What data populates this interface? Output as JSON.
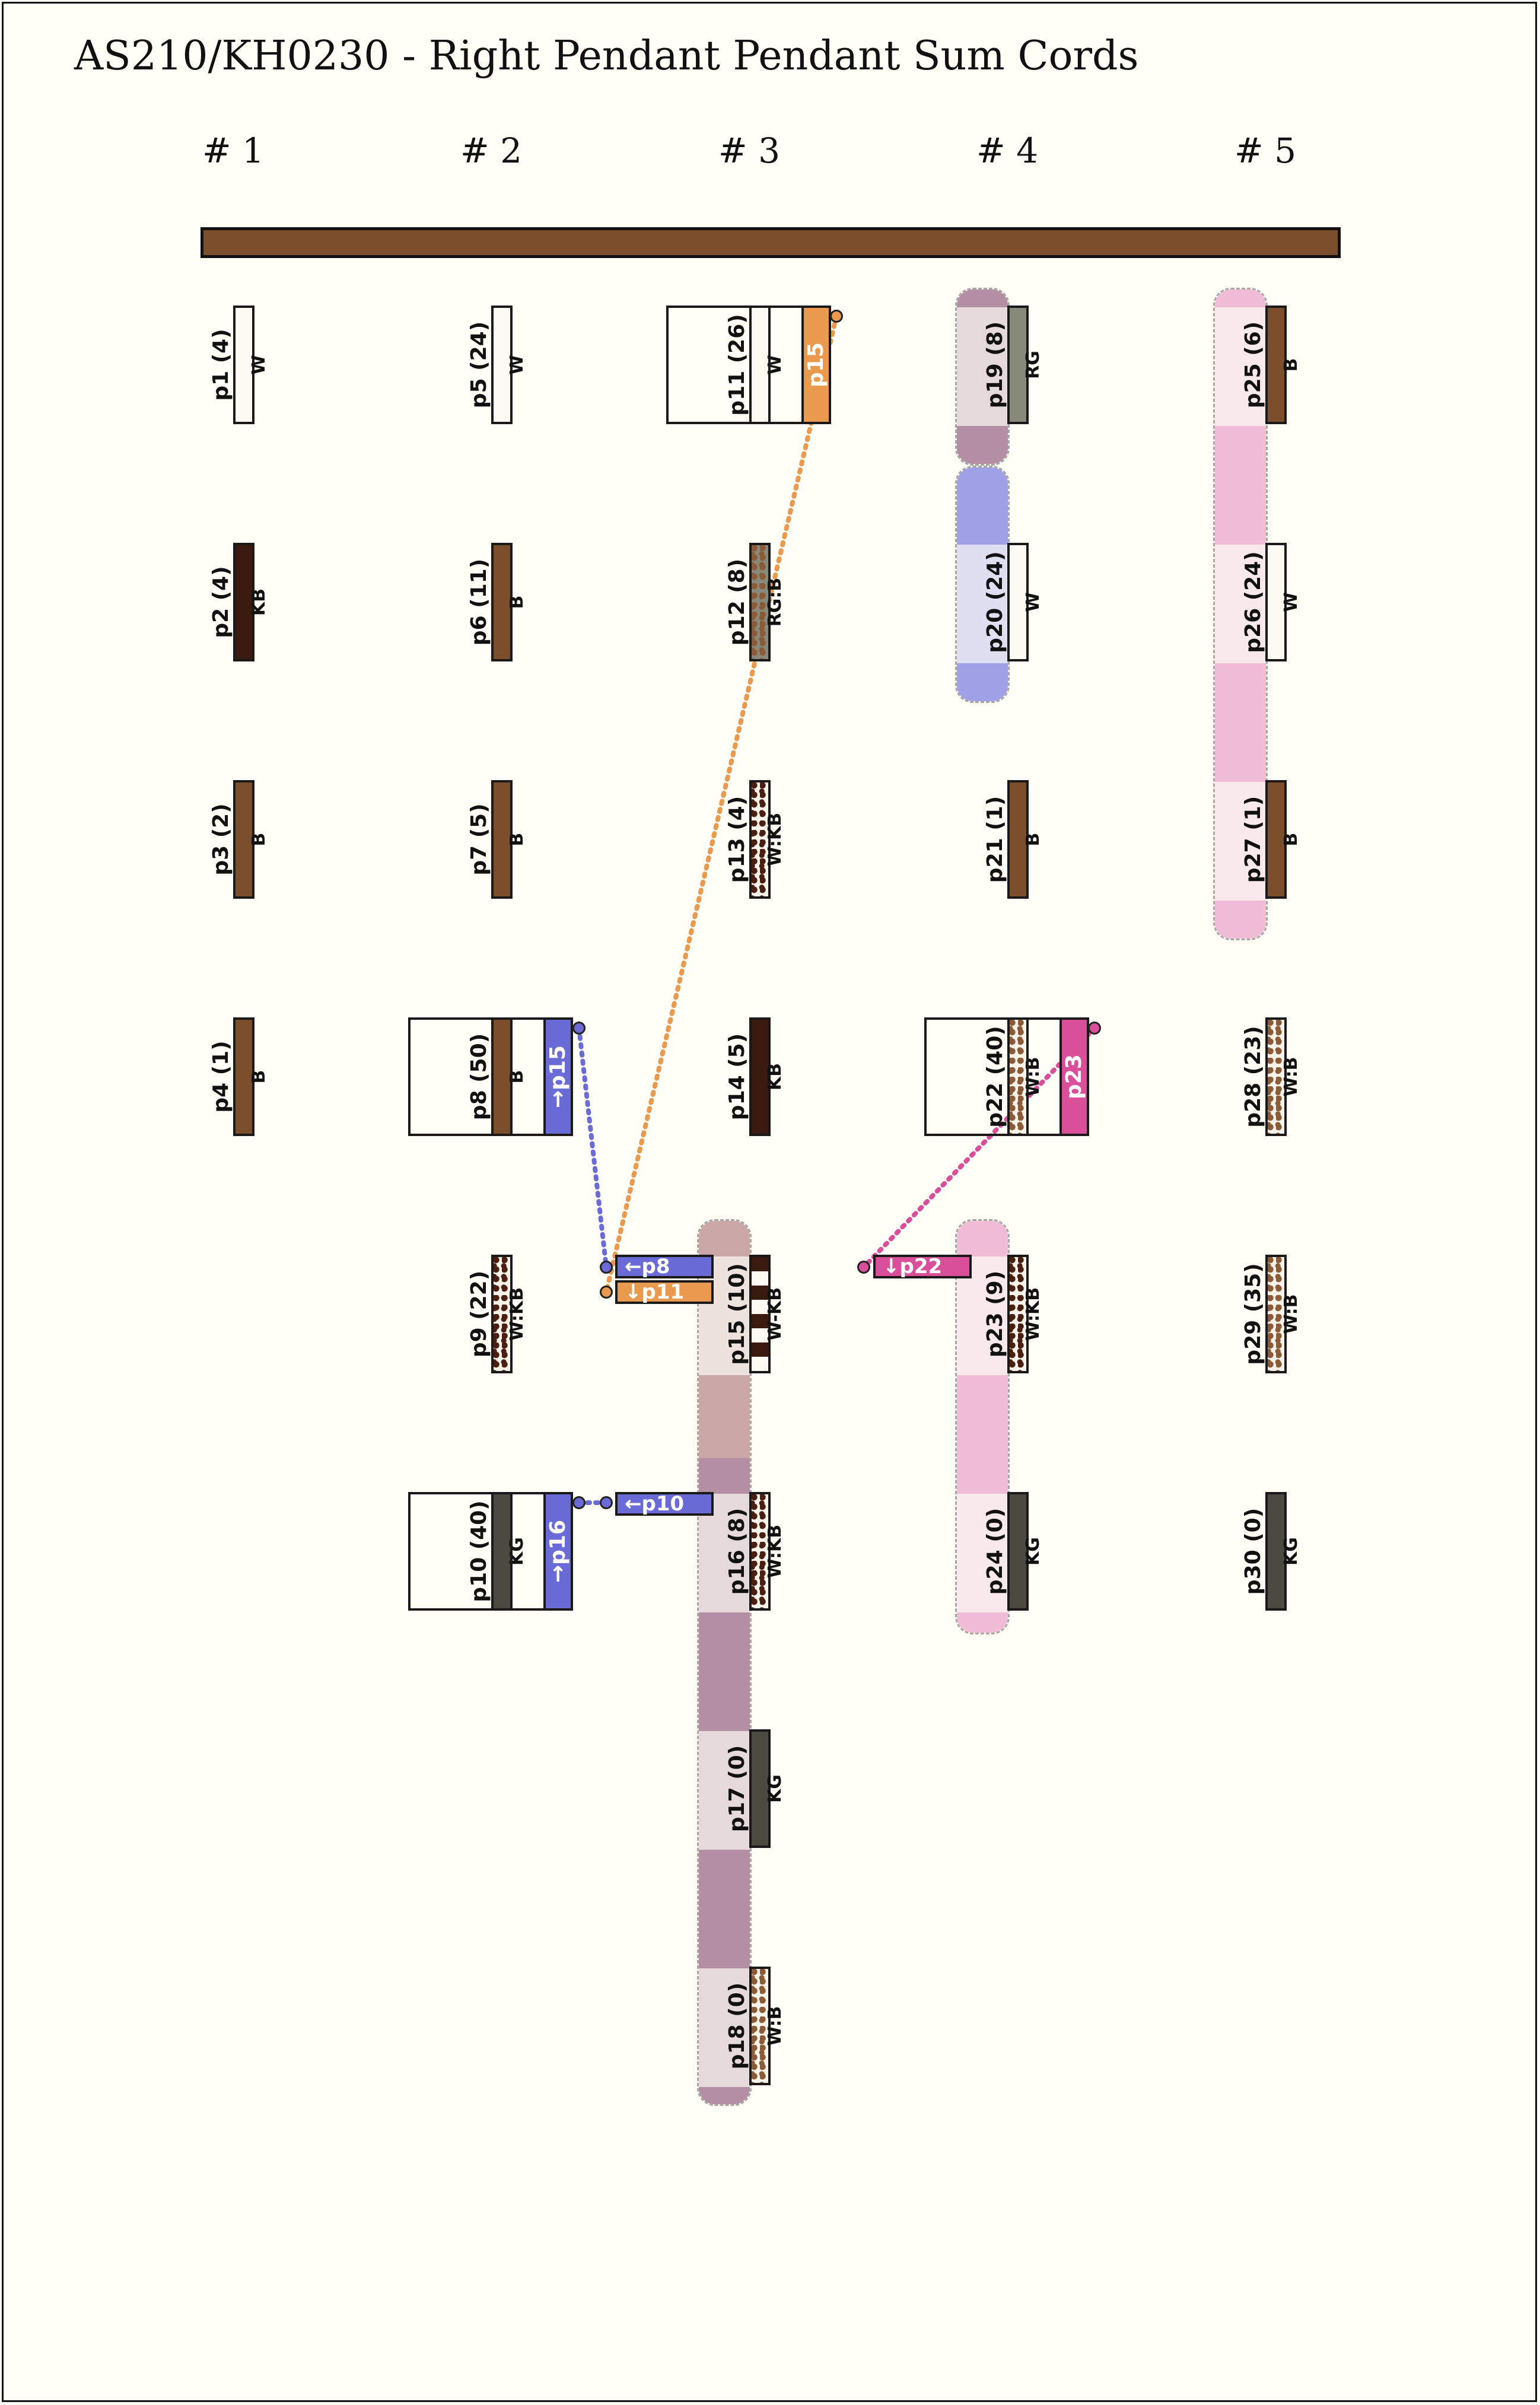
{
  "title": "AS210/KH0230 - Right Pendant Pendant Sum Cords",
  "columns": [
    "# 1",
    "# 2",
    "# 3",
    "# 4",
    "# 5"
  ],
  "colors": {
    "W": "#fbfbf4",
    "KB": "#3a1a0e",
    "B": "#7b4f2c",
    "RG": "#878a7a",
    "KG": "#4a4a40",
    "link_blue": "#6b6bd8",
    "link_orange": "#ea9a4f",
    "link_magenta": "#d94f9a",
    "group_mauve": "#b48ea2",
    "group_blue": "#9fa0e6",
    "group_pink": "#f0bcd6",
    "group_rose": "#cba7a7"
  },
  "cords": [
    {
      "label": "p1 (4)",
      "colour": "W"
    },
    {
      "label": "p2 (4)",
      "colour": "KB"
    },
    {
      "label": "p3 (2)",
      "colour": "B"
    },
    {
      "label": "p4 (1)",
      "colour": "B"
    },
    {
      "label": "p5 (24)",
      "colour": "W"
    },
    {
      "label": "p6 (11)",
      "colour": "B"
    },
    {
      "label": "p7 (5)",
      "colour": "B"
    },
    {
      "label": "p8 (50)",
      "colour": "B",
      "sum_tag": "→p15"
    },
    {
      "label": "p9 (22)",
      "colour": "W:KB"
    },
    {
      "label": "p10 (40)",
      "colour": "KG",
      "sum_tag": "→p16"
    },
    {
      "label": "p11 (26)",
      "colour": "W",
      "sum_tag": "p15"
    },
    {
      "label": "p12 (8)",
      "colour": "RG:B"
    },
    {
      "label": "p13 (4)",
      "colour": "W:KB"
    },
    {
      "label": "p14 (5)",
      "colour": "KB"
    },
    {
      "label": "p15 (10)",
      "colour": "W-KB",
      "links": [
        "←p8",
        "↓p11"
      ]
    },
    {
      "label": "p16 (8)",
      "colour": "W:KB",
      "links": [
        "←p10"
      ]
    },
    {
      "label": "p17 (0)",
      "colour": "KG"
    },
    {
      "label": "p18 (0)",
      "colour": "W:B"
    },
    {
      "label": "p19 (8)",
      "colour": "RG"
    },
    {
      "label": "p20 (24)",
      "colour": "W"
    },
    {
      "label": "p21 (1)",
      "colour": "B"
    },
    {
      "label": "p22 (40)",
      "colour": "W:B",
      "sum_tag": "p23"
    },
    {
      "label": "p23 (9)",
      "colour": "W:KB",
      "links": [
        "↓p22"
      ]
    },
    {
      "label": "p24 (0)",
      "colour": "KG"
    },
    {
      "label": "p25 (6)",
      "colour": "B"
    },
    {
      "label": "p26 (24)",
      "colour": "W"
    },
    {
      "label": "p27 (1)",
      "colour": "B"
    },
    {
      "label": "p28 (23)",
      "colour": "W:B"
    },
    {
      "label": "p29 (35)",
      "colour": "W:B"
    },
    {
      "label": "p30 (0)",
      "colour": "KG"
    }
  ]
}
